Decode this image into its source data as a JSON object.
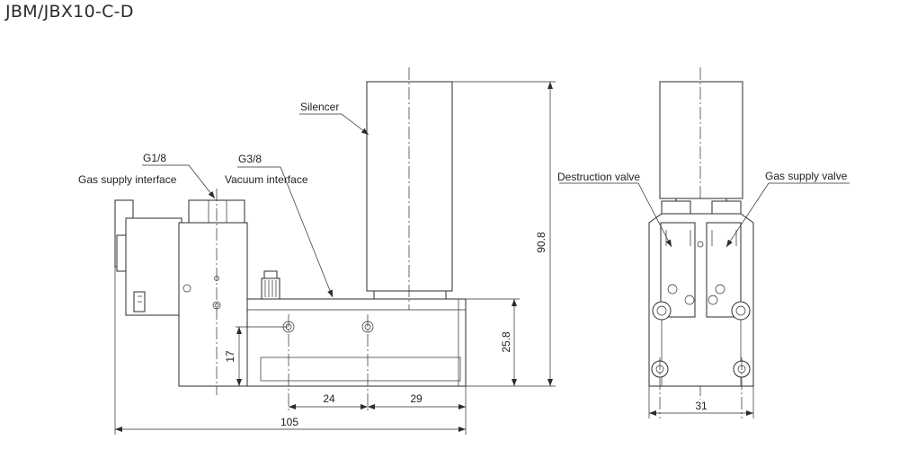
{
  "title": "JBM/JBX10-C-D",
  "labels": {
    "silencer": "Silencer",
    "g18": "G1/8",
    "gas_supply_interface": "Gas supply interface",
    "g38": "G3/8",
    "vacuum_interface": "Vacuum interface",
    "destruction_valve": "Destruction valve",
    "gas_supply_valve": "Gas supply valve"
  },
  "dimensions": {
    "height_total": "90.8",
    "height_body": "25.8",
    "height_port": "17",
    "width_a": "24",
    "width_b": "29",
    "length_total": "105",
    "width_side": "31"
  }
}
